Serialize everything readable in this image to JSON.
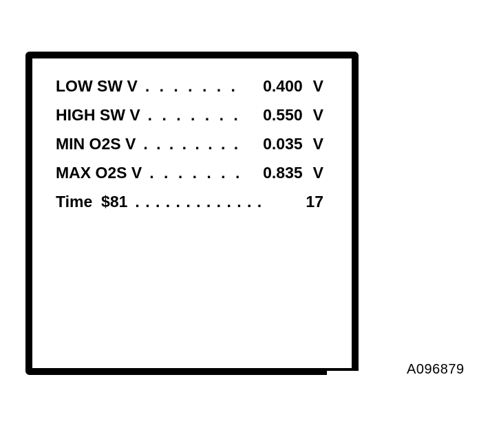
{
  "scan_tool_display": {
    "rows": [
      {
        "label": "LOW SW V",
        "dots": ". . . . . . .",
        "value": "0.400",
        "unit": "V"
      },
      {
        "label": "HIGH SW V",
        "dots": ". . . . . . .",
        "value": "0.550",
        "unit": "V"
      },
      {
        "label": "MIN O2S V",
        "dots": ". . . . . . . .",
        "value": "0.035",
        "unit": "V"
      },
      {
        "label": "MAX O2S V",
        "dots": ". . . . . . .",
        "value": "0.835",
        "unit": "V"
      },
      {
        "label": "Time  $81",
        "dots": ". . . . . . . . . . . . .",
        "value": "17",
        "unit": ""
      }
    ],
    "colors": {
      "ink": "#000000",
      "background": "#ffffff"
    }
  },
  "figure": {
    "code_label": "A096879"
  }
}
